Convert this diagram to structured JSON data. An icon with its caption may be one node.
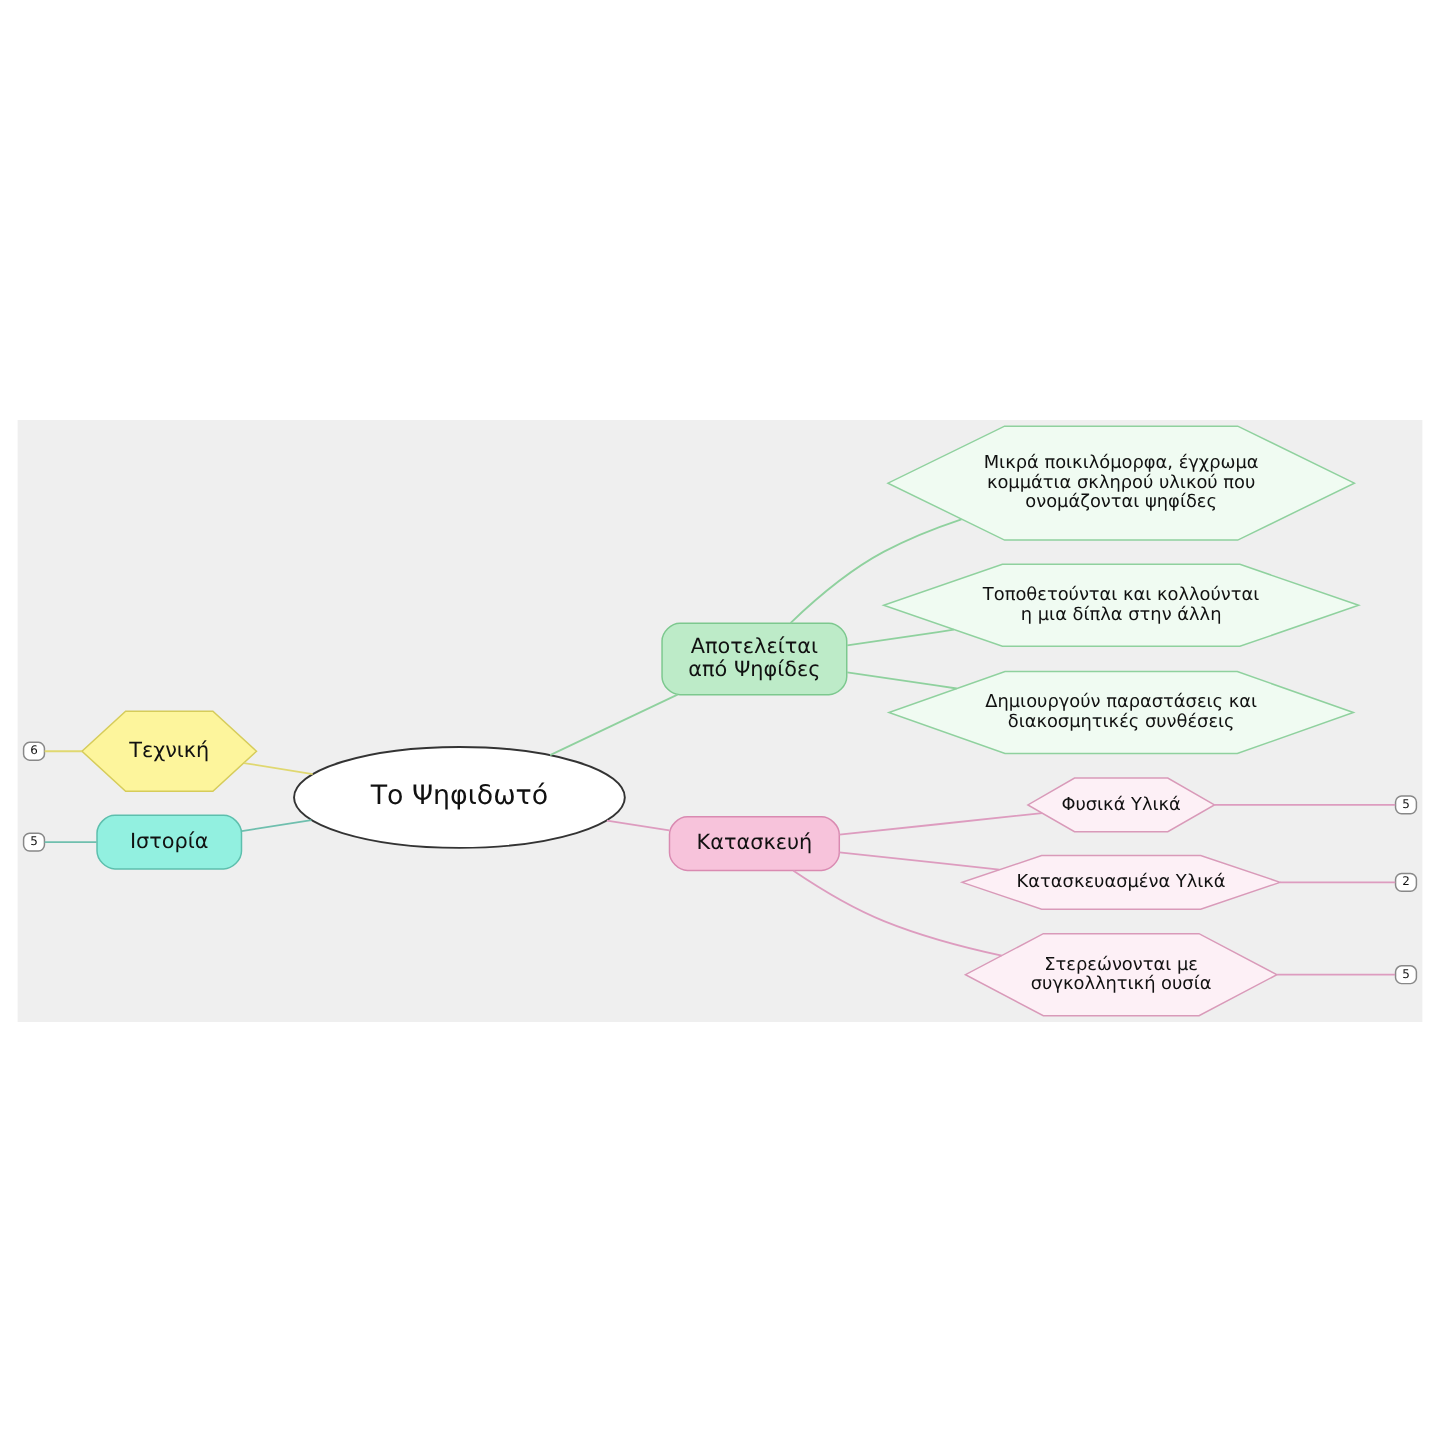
{
  "diagram": {
    "nodes": [
      {
        "text": [
          "Το Ψηφιδωτό"
        ]
      },
      {
        "text": [
          "Αποτελείται από Ψηφίδες"
        ]
      },
      {
        "text": [
          "Μικρά ποικιλόμορφα, έγχρωμα κομμάτια σκληρού υλικού που ονομάζονται ψηφίδες"
        ]
      },
      {
        "text": [
          "Τοποθετούνται και κολλούνται η μια δίπλα στην άλλη"
        ]
      },
      {
        "text": [
          "Δημιουργούν παραστάσεις και διακοσμητικές συνθέσεις"
        ]
      },
      {
        "text": [
          "Κατασκευή"
        ]
      },
      {
        "text": [
          "Φυσικά Υλικά"
        ]
      },
      {
        "text": [
          "5"
        ]
      },
      {
        "text": [
          "Κατασκευασμένα Υλικά"
        ]
      },
      {
        "text": [
          "2"
        ]
      },
      {
        "text": [
          "Στερεώνονται με συγκολλητική ουσία"
        ]
      },
      {
        "text": [
          "5"
        ]
      },
      {
        "text": [
          "Τεχνική"
        ]
      },
      {
        "text": [
          "6"
        ]
      },
      {
        "text": [
          "Ιστορία"
        ]
      },
      {
        "text": [
          "5"
        ]
      }
    ],
    "edges": [
      {
        "from": 0,
        "to": 1,
        "arrow": "none",
        "color": "#8fd19e"
      },
      {
        "from": 1,
        "to": 2,
        "arrow": "none",
        "color": "#8fd19e"
      },
      {
        "from": 1,
        "to": 3,
        "arrow": "none",
        "color": "#8fd19e"
      },
      {
        "from": 1,
        "to": 4,
        "arrow": "none",
        "color": "#8fd19e"
      },
      {
        "from": 0,
        "to": 5,
        "arrow": "none"
      },
      {
        "from": 5,
        "to": 6,
        "arrow": "none"
      },
      {
        "from": 6,
        "to": 7,
        "arrow": "none"
      },
      {
        "from": 5,
        "to": 8,
        "arrow": "none"
      },
      {
        "from": 8,
        "to": 9,
        "arrow": "none"
      },
      {
        "from": 5,
        "to": 10,
        "arrow": "none"
      },
      {
        "from": 10,
        "to": 11,
        "arrow": "none"
      },
      {
        "from": 0,
        "to": 12,
        "arrow": "none",
        "color": "#e0d870"
      },
      {
        "from": 12,
        "to": 13,
        "arrow": "none",
        "color": "#e0d870"
      },
      {
        "from": 0,
        "to": 14,
        "arrow": "none",
        "color": "#6fbfae"
      },
      {
        "from": 14,
        "to": 15,
        "arrow": "none",
        "color": "#6fbfae"
      }
    ]
  }
}
